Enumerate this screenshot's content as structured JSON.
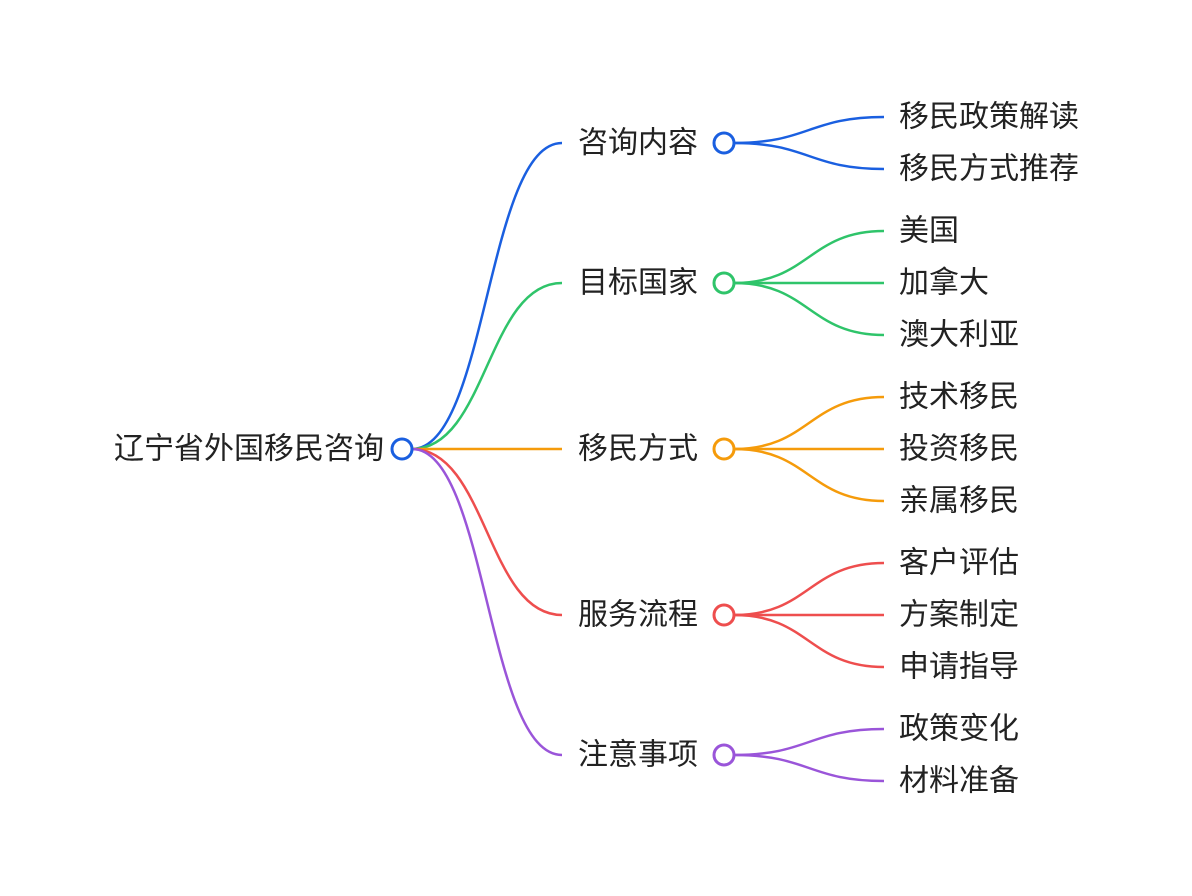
{
  "root": {
    "label": "辽宁省外国移民咨询",
    "color": "#1a5fe0"
  },
  "branches": [
    {
      "label": "咨询内容",
      "color": "#1a5fe0",
      "children": [
        "移民政策解读",
        "移民方式推荐"
      ]
    },
    {
      "label": "目标国家",
      "color": "#2fc46a",
      "children": [
        "美国",
        "加拿大",
        "澳大利亚"
      ]
    },
    {
      "label": "移民方式",
      "color": "#f59b0b",
      "children": [
        "技术移民",
        "投资移民",
        "亲属移民"
      ]
    },
    {
      "label": "服务流程",
      "color": "#ee4e4e",
      "children": [
        "客户评估",
        "方案制定",
        "申请指导"
      ]
    },
    {
      "label": "注意事项",
      "color": "#9a55d9",
      "children": [
        "政策变化",
        "材料准备"
      ]
    }
  ]
}
